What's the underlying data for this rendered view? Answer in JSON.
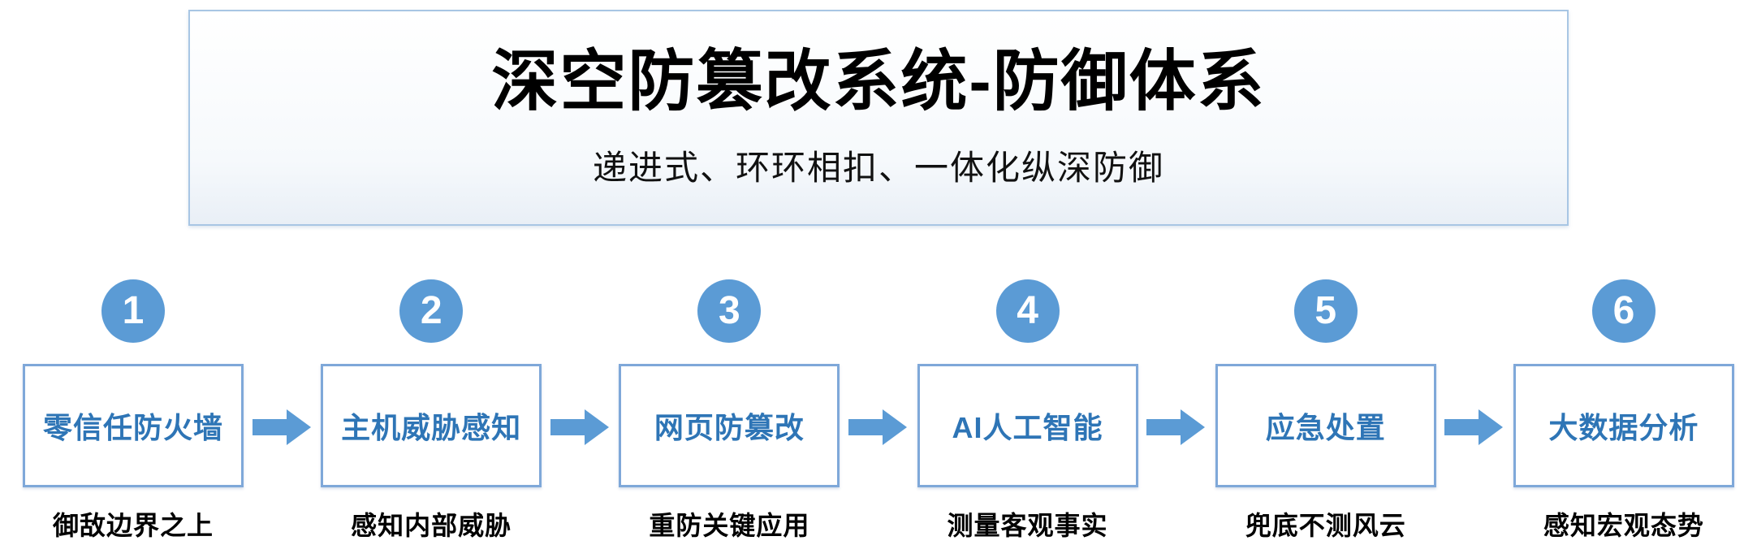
{
  "header": {
    "title": "深空防篡改系统-防御体系",
    "subtitle": "递进式、环环相扣、一体化纵深防御"
  },
  "colors": {
    "accent": "#5b9bd5",
    "box_border": "#7fa8d9",
    "box_text": "#2e75b6",
    "title_border": "#a8c6e4"
  },
  "steps": [
    {
      "number": "1",
      "label": "零信任防火墙",
      "caption": "御敌边界之上"
    },
    {
      "number": "2",
      "label": "主机威胁感知",
      "caption": "感知内部威胁"
    },
    {
      "number": "3",
      "label": "网页防篡改",
      "caption": "重防关键应用"
    },
    {
      "number": "4",
      "label": "AI人工智能",
      "caption": "测量客观事实"
    },
    {
      "number": "5",
      "label": "应急处置",
      "caption": "兜底不测风云"
    },
    {
      "number": "6",
      "label": "大数据分析",
      "caption": "感知宏观态势"
    }
  ]
}
